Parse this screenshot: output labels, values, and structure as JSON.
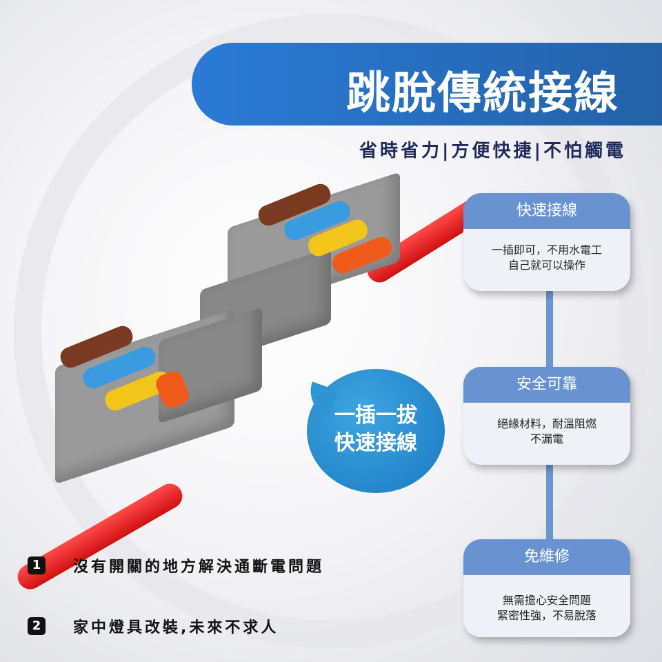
{
  "title": "跳脫傳統接線",
  "subtitle": "省時省力|方便快捷|不怕觸電",
  "bubble": {
    "line1": "一插一拔",
    "line2": "快速接線"
  },
  "cards": [
    {
      "heading": "快速接線",
      "line1": "一插即可，不用水電工",
      "line2": "自己就可以操作"
    },
    {
      "heading": "安全可靠",
      "line1": "絕緣材料，耐溫阻燃",
      "line2": "不漏電"
    },
    {
      "heading": "免維修",
      "line1": "無需擔心安全問題",
      "line2": "緊密性強，不易脫落"
    }
  ],
  "bullets": [
    {
      "num": "1",
      "text": "沒有開關的地方解決通斷電問題"
    },
    {
      "num": "2",
      "text": "家中燈具改裝,未來不求人"
    }
  ],
  "colors": {
    "banner": "#2a7bd6",
    "card_header": "#6893d0",
    "wire": "#e02020"
  }
}
